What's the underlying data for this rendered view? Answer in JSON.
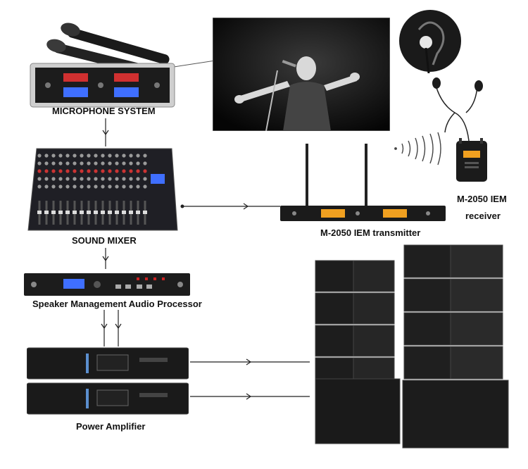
{
  "labels": {
    "microphone_system": "MICROPHONE SYSTEM",
    "sound_mixer": "SOUND MIXER",
    "processor": "Speaker Management Audio Processor",
    "power_amplifier": "Power Amplifier",
    "iem_transmitter": "M-2050 IEM transmitter",
    "iem_receiver_line1": "M-2050 IEM",
    "iem_receiver_line2": "receiver"
  },
  "colors": {
    "line": "#222222",
    "device_dark": "#1b1b1b",
    "display_orange": "#f0a020",
    "display_blue": "#3f6fff",
    "display_red": "#d03030",
    "rack_silver": "#c9c9c9"
  },
  "icons": {
    "singer_photo": "performer-photo",
    "in_ear": "in-ear-monitor-icon",
    "earphones": "earphones-icon",
    "wireless_signal": "wireless-signal-icon"
  }
}
